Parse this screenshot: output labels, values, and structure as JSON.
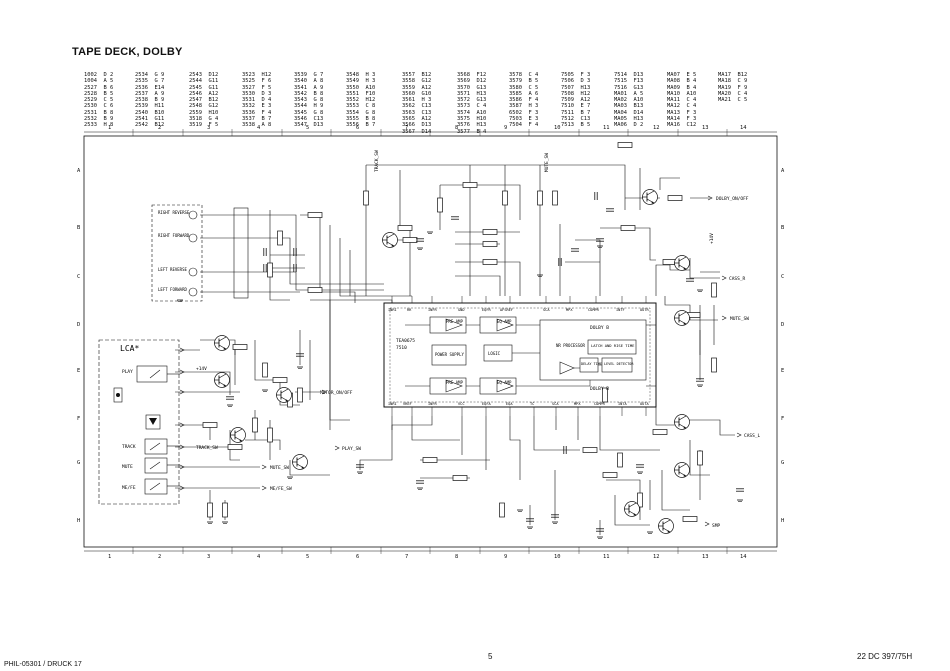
{
  "title": "TAPE DECK, DOLBY",
  "index_columns": [
    [
      "1002  D 2",
      "1004  A 5",
      "2527  B 6",
      "2528  B 5",
      "2529  C 5",
      "2530  C 6",
      "2531  B 8",
      "2532  B 9",
      "2533  H 8"
    ],
    [
      "2534  G 9",
      "2535  G 7",
      "2536  E14",
      "2537  A 9",
      "2538  B 9",
      "2539  H11",
      "2540  B10",
      "2541  G11",
      "2542  B12"
    ],
    [
      "2543  D12",
      "2544  G11",
      "2545  G11",
      "2546  A12",
      "2547  B12",
      "2548  G12",
      "2559  H10",
      "3518  G 4",
      "3519  F 5"
    ],
    [
      "3523  H12",
      "3525  F 6",
      "3527  F 5",
      "3530  D 3",
      "3531  D 4",
      "3532  E 3",
      "3536  F 4",
      "3537  B 7",
      "3538  A 8"
    ],
    [
      "3539  G 7",
      "3540  A 8",
      "3541  A 9",
      "3542  B 8",
      "3543  G 8",
      "3544  H 9",
      "3545  G 8",
      "3546  C13",
      "3547  D13"
    ],
    [
      "3548  H 3",
      "3549  H 3",
      "3550  A10",
      "3551  F10",
      "3552  H12",
      "3553  C 8",
      "3554  G 8",
      "3555  B 8",
      "3556  B 7"
    ],
    [
      "3557  B12",
      "3558  G12",
      "3559  A12",
      "3560  G10",
      "3561  H 3",
      "3562  C13",
      "3563  C13",
      "3565  A12",
      "3566  D13",
      "3567  D14"
    ],
    [
      "3568  F12",
      "3569  D12",
      "3570  G13",
      "3571  H13",
      "3572  G13",
      "3573  C 4",
      "3574  A10",
      "3575  H10",
      "3576  H13",
      "3577  B 4"
    ],
    [
      "3578  C 4",
      "3579  B 5",
      "3580  C 5",
      "3585  A 6",
      "3586  F 4",
      "3587  H 3",
      "6502  F 3",
      "7503  E 3",
      "7504  F 4"
    ],
    [
      "7505  F 3",
      "7506  D 3",
      "7507  H13",
      "7508  H12",
      "7509  A12",
      "7510  E 7",
      "7511  B 7",
      "7512  C13",
      "7513  B 5"
    ],
    [
      "7514  D13",
      "7515  F13",
      "7516  G13",
      "MA01  A 5",
      "MA02  A10",
      "MA03  B13",
      "MA04  D14",
      "MA05  H13",
      "MA06  D 2"
    ],
    [
      "MA07  E 5",
      "MA08  B 4",
      "MA09  B 4",
      "MA10  A10",
      "MA11  C 4",
      "MA12  C 4",
      "MA13  F 3",
      "MA14  F 3",
      "MA16  C12"
    ],
    [
      "MA17  B12",
      "MA18  C 9",
      "MA19  F 9",
      "MA20  C 4",
      "MA21  C 5"
    ]
  ],
  "column_numbers": [
    "1",
    "2",
    "3",
    "4",
    "5",
    "6",
    "7",
    "8",
    "9",
    "10",
    "11",
    "12",
    "13",
    "14"
  ],
  "row_letters": [
    "A",
    "B",
    "C",
    "D",
    "E",
    "F",
    "G",
    "H"
  ],
  "blocks": {
    "ic_part": "TEA0675",
    "ic_num": "7510",
    "pre_amp": "PRE AMP",
    "eq_amp": "EQ AMP",
    "power_supply": "POWER SUPPLY",
    "logic": "LOGIC",
    "nr_processor": "NR PROCESSOR",
    "latch_tape": "LATCH AND RISE TIME",
    "delay_time": "DELAY TIME",
    "level_detector": "LEVEL DETECTOR",
    "dolby_b": "DOLBY B",
    "lca": "LCA*"
  },
  "ic_pins_top": [
    "INRI",
    "RR",
    "INFR",
    "GND",
    "EQFR",
    "AFSREF",
    "SCA",
    "MPX",
    "COMPR",
    "INTF",
    "OUTR"
  ],
  "ic_pins_bottom": [
    "INRI",
    "VREF",
    "INFR",
    "VCC",
    "EQFA",
    "EQA",
    "TC",
    "SCA",
    "MPX",
    "COMPR",
    "INTA",
    "OUTA"
  ],
  "inputs": [
    "RIGHT REVERSE",
    "RIGHT FORWARD",
    "LEFT REVERSE",
    "LEFT FORWARD"
  ],
  "switches": [
    "PLAY",
    "TRACK",
    "MUTE",
    "ME/FE"
  ],
  "signals": {
    "dolby": "DOLBY_ON/OFF",
    "motor": "MOTOR_ON/OFF",
    "cass_r": "CASS_R",
    "cass_l": "CASS_L",
    "mute_sw": "MUTE_SW",
    "play_sw": "PLAY_SW",
    "mute_sw2": "MUTE_SW",
    "mefe_sw": "ME/FE_SW",
    "track_sw": "TRACK_SW",
    "track_sw_top": "TRACK_SW",
    "mute_sw_top": "MUTE_SW",
    "smp": "SMP",
    "vcc": "+14V",
    "vcc2": "+14V"
  },
  "footer_left": "PHIL-05301 / DRUCK 17",
  "footer_page": "5",
  "footer_right": "22 DC 397/75H"
}
